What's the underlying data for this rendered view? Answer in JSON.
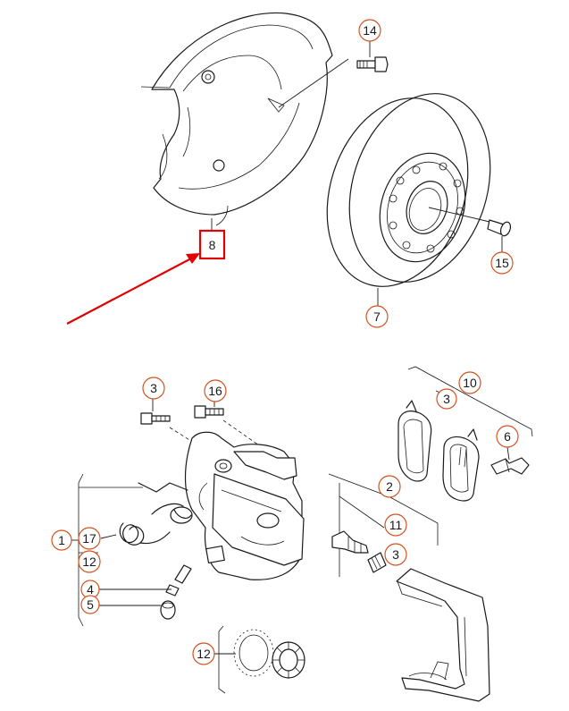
{
  "labels": {
    "shield": "8",
    "shield_bolt": "14",
    "disc": "7",
    "disc_screw": "15",
    "caliper_bolt": "3",
    "guide_bolt": "16",
    "pad_bolt_hint": "3",
    "pad_set": "10",
    "pad_clip": "6",
    "guide_pin_kit": "2",
    "boot": "11",
    "sleeve": "3",
    "caliper": "1",
    "spring": "17",
    "spring_kit": "12",
    "bleeder": "4",
    "cap": "5",
    "seal_kit": "12"
  },
  "colors": {
    "callout_ring": "#d2531f",
    "highlight": "#e00000",
    "linework": "#1a1a1a"
  }
}
